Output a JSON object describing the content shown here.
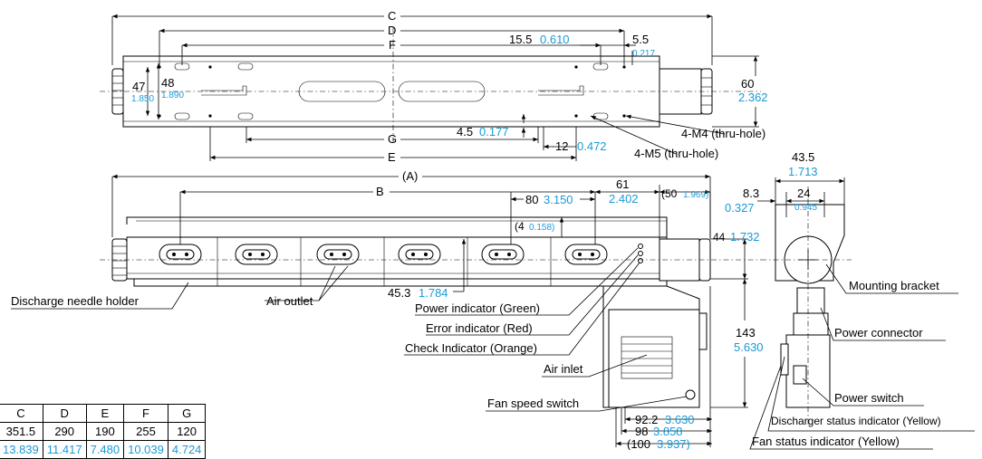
{
  "top_view": {
    "C": "C",
    "D": "D",
    "F": "F",
    "G": "G",
    "E": "E",
    "h47": "47",
    "h47_in": "1.850",
    "h48": "48",
    "h48_in": "1.890",
    "h60": "60",
    "h60_in": "2.362",
    "d15_5": "15.5",
    "d15_5_in": "0.610",
    "d5_5": "5.5",
    "d5_5_in": "0.217",
    "d4_5": "4.5",
    "d4_5_in": "0.177",
    "d12": "12",
    "d12_in": "0.472",
    "m4": "4-M4 (thru-hole)",
    "m5": "4-M5 (thru-hole)"
  },
  "front_view": {
    "A": "(A)",
    "B": "B",
    "d80": "80",
    "d80_in": "3.150",
    "d61": "61",
    "d61_in": "2.402",
    "d50": "(50",
    "d50_in": "1.969)",
    "d4": "(4",
    "d4_in": "0.158)",
    "d44": "44",
    "d44_in": "1.732",
    "d45_3": "45.3",
    "d45_3_in": "1.784",
    "d143": "143",
    "d143_in": "5.630",
    "d92_2": "92.2",
    "d92_2_in": "3.630",
    "d98": "98",
    "d98_in": "3.858",
    "d100": "(100",
    "d100_in": "3.937)"
  },
  "side_view": {
    "d43_5": "43.5",
    "d43_5_in": "1.713",
    "d24": "24",
    "d24_in": "0.945",
    "d8_3": "8.3",
    "d8_3_in": "0.327"
  },
  "callouts": {
    "discharge_needle_holder": "Discharge needle holder",
    "air_outlet": "Air outlet",
    "power_indicator": "Power indicator (Green)",
    "error_indicator": "Error indicator (Red)",
    "check_indicator": "Check Indicator (Orange)",
    "air_inlet": "Air inlet",
    "fan_speed_switch": "Fan speed switch",
    "mounting_bracket": "Mounting bracket",
    "power_connector": "Power connector",
    "power_switch": "Power switch",
    "discharger_status": "Discharger status indicator (Yellow)",
    "fan_status": "Fan status indicator (Yellow)"
  },
  "table": {
    "headers": [
      "C",
      "D",
      "E",
      "F",
      "G"
    ],
    "mm": [
      "351.5",
      "290",
      "190",
      "255",
      "120"
    ],
    "inch": [
      "13.839",
      "11.417",
      "7.480",
      "10.039",
      "4.724"
    ]
  }
}
